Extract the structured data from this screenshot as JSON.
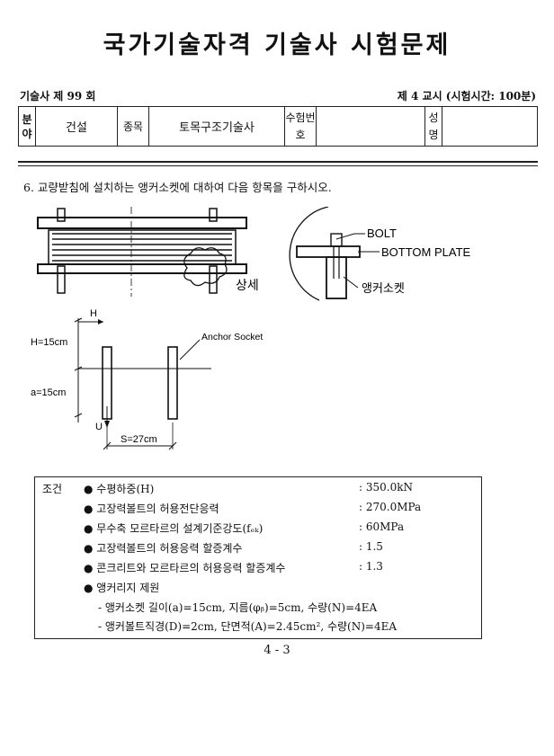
{
  "title": "국가기술자격 기술사 시험문제",
  "header": {
    "left": "기술사    제 99 회",
    "right": "제 4 교시  (시험시간: 100분)"
  },
  "info_table": {
    "cells": [
      "분야",
      "건설",
      "종목",
      "토목구조기술사",
      "수험번호",
      "성명"
    ]
  },
  "question": "6. 교량받침에 설치하는 앵커소켓에 대하여 다음 항목을 구하시오.",
  "figure_top": {
    "detail_label": "상세",
    "bolt": "BOLT",
    "bottom_plate": "BOTTOM PLATE",
    "anchor_socket_kr": "앵커소켓"
  },
  "figure_bottom": {
    "H": "H",
    "h_dim": "H=15cm",
    "a_dim": "a=15cm",
    "anchor_socket": "Anchor Socket",
    "U": "U",
    "s_dim": "S=27cm"
  },
  "conditions": {
    "label": "조건",
    "items": [
      {
        "name": "● 수평하중(H)",
        "value": ": 350.0kN"
      },
      {
        "name": "● 고장력볼트의 허용전단응력",
        "value": ": 270.0MPa"
      },
      {
        "name": "● 무수축 모르타르의 설계기준강도(fₑₖ)",
        "value": ": 60MPa"
      },
      {
        "name": "● 고장력볼트의 허용응력 할증계수",
        "value": ": 1.5"
      },
      {
        "name": "● 콘크리트와 모르타르의 허용응력 할증계수",
        "value": ": 1.3"
      },
      {
        "name": "● 앵커리지 제원",
        "value": ""
      }
    ],
    "sub1": "- 앵커소켓 길이(a)=15cm,  지름(φᵦ)=5cm,         수량(N)=4EA",
    "sub2": "- 앵커볼트직경(D)=2cm,     단면적(A)=2.45cm², 수량(N)=4EA"
  },
  "page_number": "4 - 3"
}
